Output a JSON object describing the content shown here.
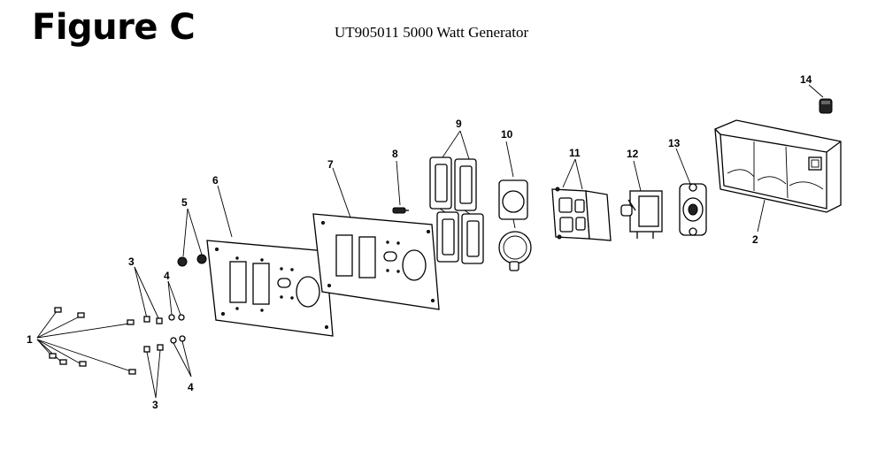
{
  "figure_title": "Figure C",
  "subtitle": "UT905011 5000 Watt Generator",
  "callouts": {
    "c1": "1",
    "c2": "2",
    "c3a": "3",
    "c3b": "3",
    "c4a": "4",
    "c4b": "4",
    "c5": "5",
    "c6": "6",
    "c7": "7",
    "c8": "8",
    "c9": "9",
    "c10": "10",
    "c11": "11",
    "c12": "12",
    "c13": "13",
    "c14": "14"
  }
}
